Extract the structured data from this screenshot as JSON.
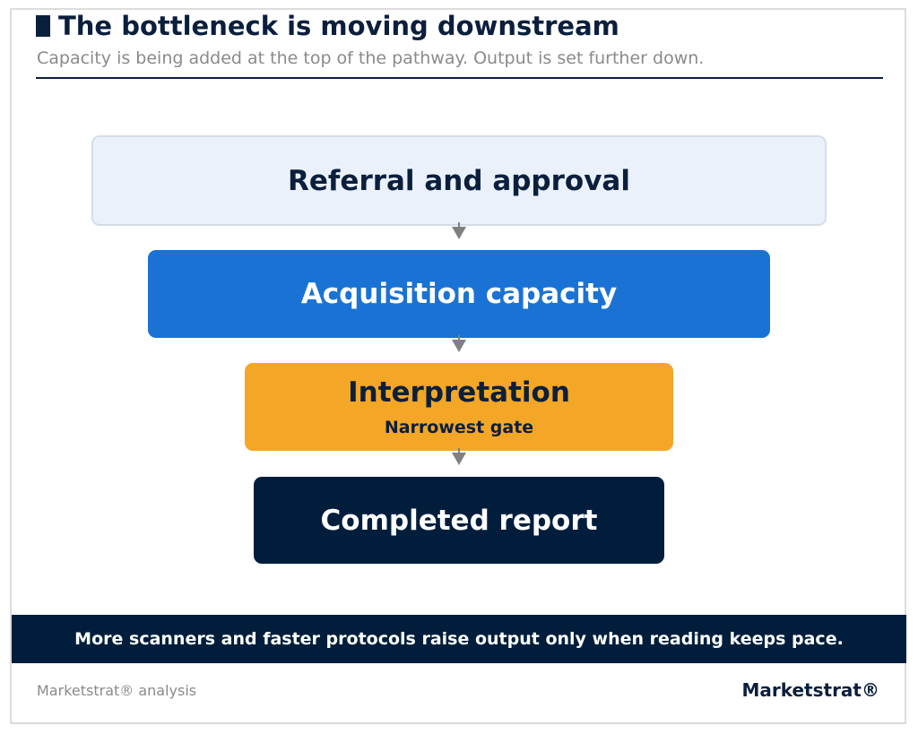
{
  "header": {
    "title": "The bottleneck is moving downstream",
    "subtitle": "Capacity is being added at the top of the pathway. Output is set further down."
  },
  "pathway": {
    "stages": [
      {
        "label": "Referral and approval",
        "note": ""
      },
      {
        "label": "Acquisition capacity",
        "note": ""
      },
      {
        "label": "Interpretation",
        "note": "Narrowest gate"
      },
      {
        "label": "Completed report",
        "note": ""
      }
    ]
  },
  "banner": {
    "text": "More scanners and faster protocols raise output only when reading keeps pace."
  },
  "footer": {
    "source": "Marketstrat® analysis",
    "brand": "Marketstrat®"
  },
  "colors": {
    "navy": "#0b1f3d",
    "stage_1_fill": "#eaf1fa",
    "stage_2_fill": "#1a73d4",
    "stage_3_fill": "#f4a626",
    "stage_4_fill": "#001e3c",
    "connector": "#808080"
  }
}
